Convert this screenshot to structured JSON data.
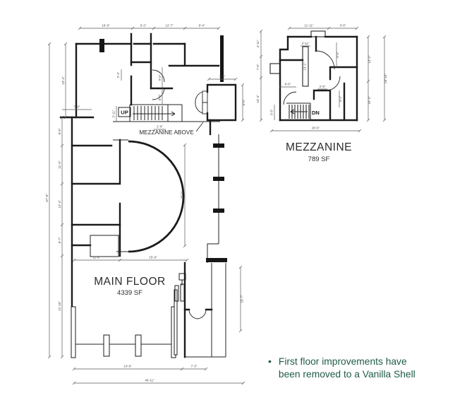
{
  "note": {
    "bullet": "•",
    "line1": "First floor improvements have",
    "line2": "been removed to a Vanilla Shell",
    "color": "#215c4a"
  },
  "plans": {
    "main_floor": {
      "title": "MAIN FLOOR",
      "area": "4339 SF",
      "labels": {
        "up": "UP",
        "mezzanine_above": "MEZZANINE ABOVE"
      },
      "dims": {
        "top_1": "16'-9\"",
        "top_2": "9'-2\"",
        "top_3": "12'-7\"",
        "top_4": "9'-4\"",
        "left_overall": "87'-8\"",
        "left_upper": "23'-4\"",
        "left_1": "8'-8\"",
        "left_2": "11'-9\"",
        "left_3": "12'-4\"",
        "left_4": "8'-7\"",
        "left_5": "21'-10\"",
        "notch": "7'-4\"",
        "restroom_1": "9'-0\"",
        "restroom_2": "5'-3\"",
        "restroom_3": "2'-4\"",
        "stair_side": "3'-11\"",
        "stair_bottom": "2'-0\"",
        "vestibule_w": "3'-4\"",
        "vestibule_h": "6'-0\"",
        "arc_height": "25'-6\"",
        "inner_1": "11'-8\"",
        "inner_2": "15'-9\"",
        "right_lower": "23'-7\"",
        "bottom_1": "14'-9\"",
        "bottom_2": "7'-3\"",
        "bottom_overall": "46'-11\""
      }
    },
    "mezzanine": {
      "title": "MEZZANINE",
      "area": "789 SF",
      "labels": {
        "dn": "DN"
      },
      "dims": {
        "top_1": "11'-11\"",
        "top_2": "3'-6\"",
        "right_1": "14'-2\"",
        "right_2": "10'-4\"",
        "right_overall": "28'-10\"",
        "left_1": "4'-11\"",
        "left_2": "7'-6\"",
        "left_3": "10'-4\"",
        "bottom_overall": "28'-6\"",
        "int_1": "2'-11\"",
        "int_2": "13'-1\"",
        "int_3": "9'-6\"",
        "int_4": "9'-2\"",
        "int_5": "2'-6\"",
        "int_6": "4'-2\"",
        "int_7": "3'-6\""
      }
    }
  }
}
